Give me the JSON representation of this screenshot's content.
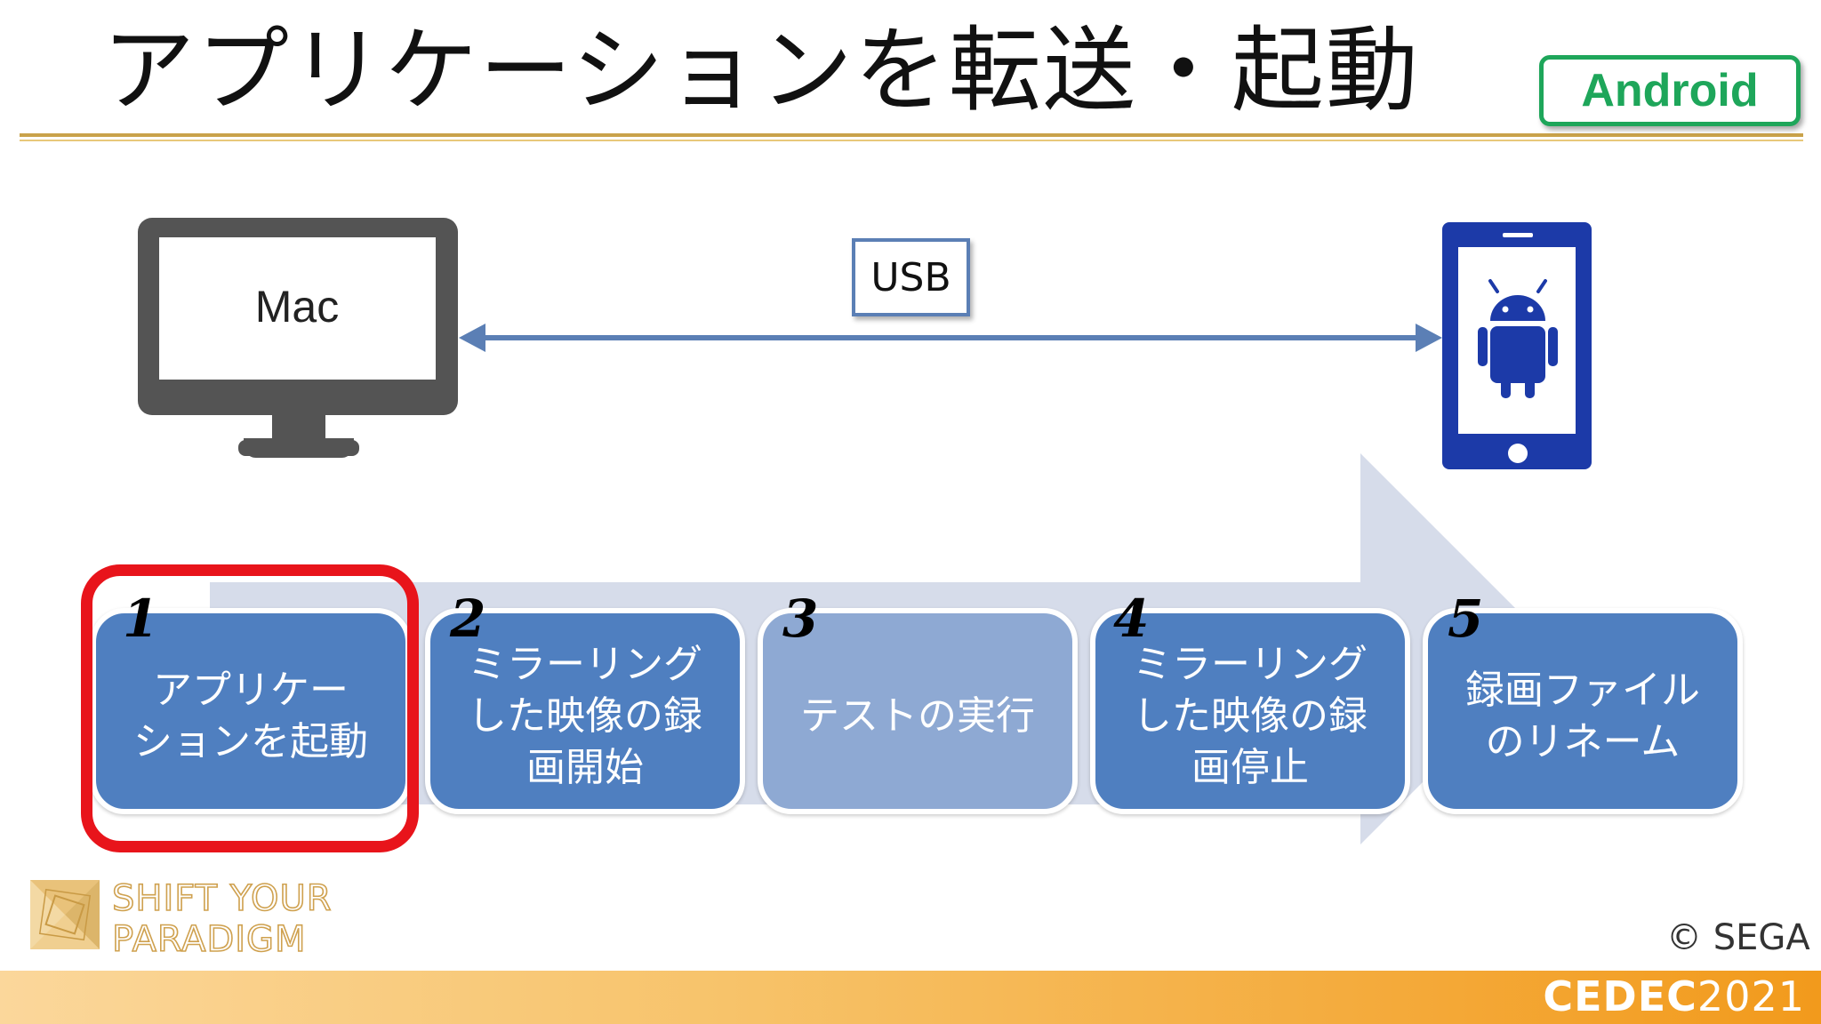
{
  "slide": {
    "title": "アプリケーションを転送・起動",
    "platform_badge": "Android",
    "copyright": "© SEGA"
  },
  "diagram": {
    "computer_label": "Mac",
    "connection_label": "USB",
    "device_icon": "android-robot-icon"
  },
  "steps": [
    {
      "number": "1",
      "label": "アプリケー\nションを起動",
      "highlighted": true
    },
    {
      "number": "2",
      "label": "ミラーリング\nした映像の録\n画開始",
      "highlighted": false
    },
    {
      "number": "3",
      "label": "テストの実行",
      "highlighted": false
    },
    {
      "number": "4",
      "label": "ミラーリング\nした映像の録\n画停止",
      "highlighted": false
    },
    {
      "number": "5",
      "label": "録画ファイル\nのリネーム",
      "highlighted": false
    }
  ],
  "footer": {
    "logo_line1": "SHIFT YOUR",
    "logo_line2": "PARADIGM",
    "event_bold": "CEDEC",
    "event_year": "2021"
  },
  "colors": {
    "step_fill": "#4f7fc0",
    "step_fill_dim": "#8ea9d3",
    "highlight": "#e8141b",
    "android_badge": "#1ea65a",
    "phone_blue": "#1c3aa8",
    "arrow_line": "#5b7fb5"
  }
}
